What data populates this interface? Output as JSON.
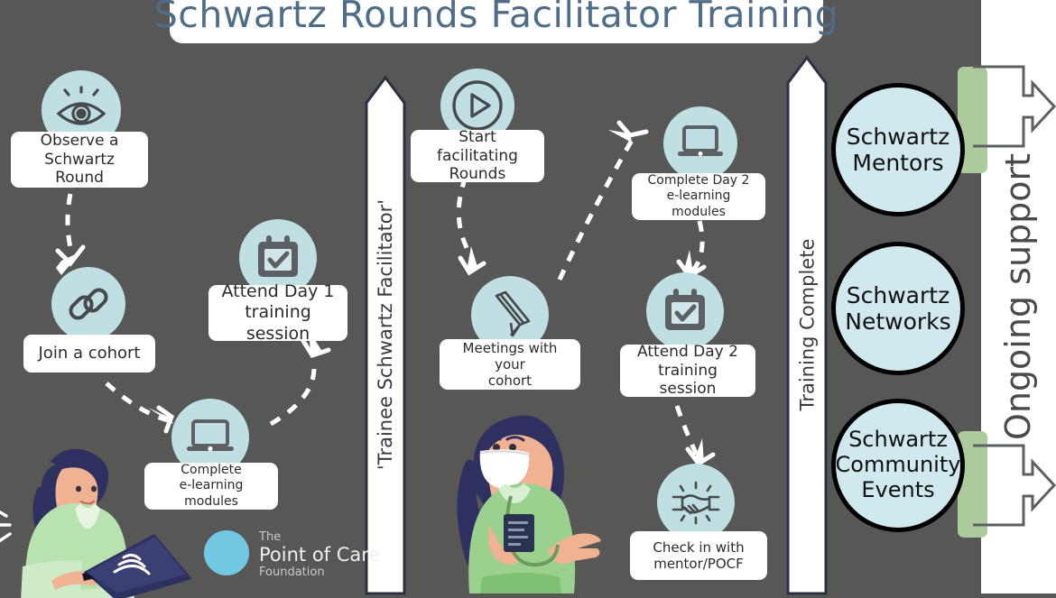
{
  "header": {
    "title": "Schwartz Rounds Facilitator Training"
  },
  "background_color": "#575756",
  "accent_color": "#bfdfe3",
  "steps": [
    {
      "id": "observe",
      "icon": "eye-icon",
      "label": "Observe a\nSchwartz Round"
    },
    {
      "id": "cohort",
      "icon": "link-icon",
      "label": "Join a cohort"
    },
    {
      "id": "elearning",
      "icon": "laptop-icon",
      "label": "Complete\ne-learning modules"
    },
    {
      "id": "day1",
      "icon": "calendar-check-icon",
      "label": "Attend Day 1\ntraining session"
    },
    {
      "id": "start",
      "icon": "play-icon",
      "label": "Start facilitating\nRounds"
    },
    {
      "id": "meetings",
      "icon": "pencil-icon",
      "label": "Meetings with your\ncohort"
    },
    {
      "id": "day2elearn",
      "icon": "laptop-icon",
      "label": "Complete Day 2\ne-learning modules"
    },
    {
      "id": "day2",
      "icon": "calendar-check-icon",
      "label": "Attend Day 2\ntraining session"
    },
    {
      "id": "checkin",
      "icon": "handshake-icon",
      "label": "Check in with\nmentor/POCF"
    }
  ],
  "banners": [
    {
      "id": "trainee",
      "label": "'Trainee Schwartz Facilitator'"
    },
    {
      "id": "complete",
      "label": "Training Complete"
    }
  ],
  "support": {
    "label": "Ongoing support",
    "circles": [
      {
        "id": "mentors",
        "label": "Schwartz\nMentors"
      },
      {
        "id": "networks",
        "label": "Schwartz\nNetworks"
      },
      {
        "id": "events",
        "label": "Schwartz\nCommunity\nEvents"
      }
    ]
  },
  "logo": {
    "line1": "The",
    "line2": "Point of Care",
    "line3": "Foundation"
  },
  "illustrations": [
    {
      "id": "woman-laptop",
      "name": "woman-with-laptop-illustration"
    },
    {
      "id": "nurse",
      "name": "nurse-illustration"
    }
  ]
}
